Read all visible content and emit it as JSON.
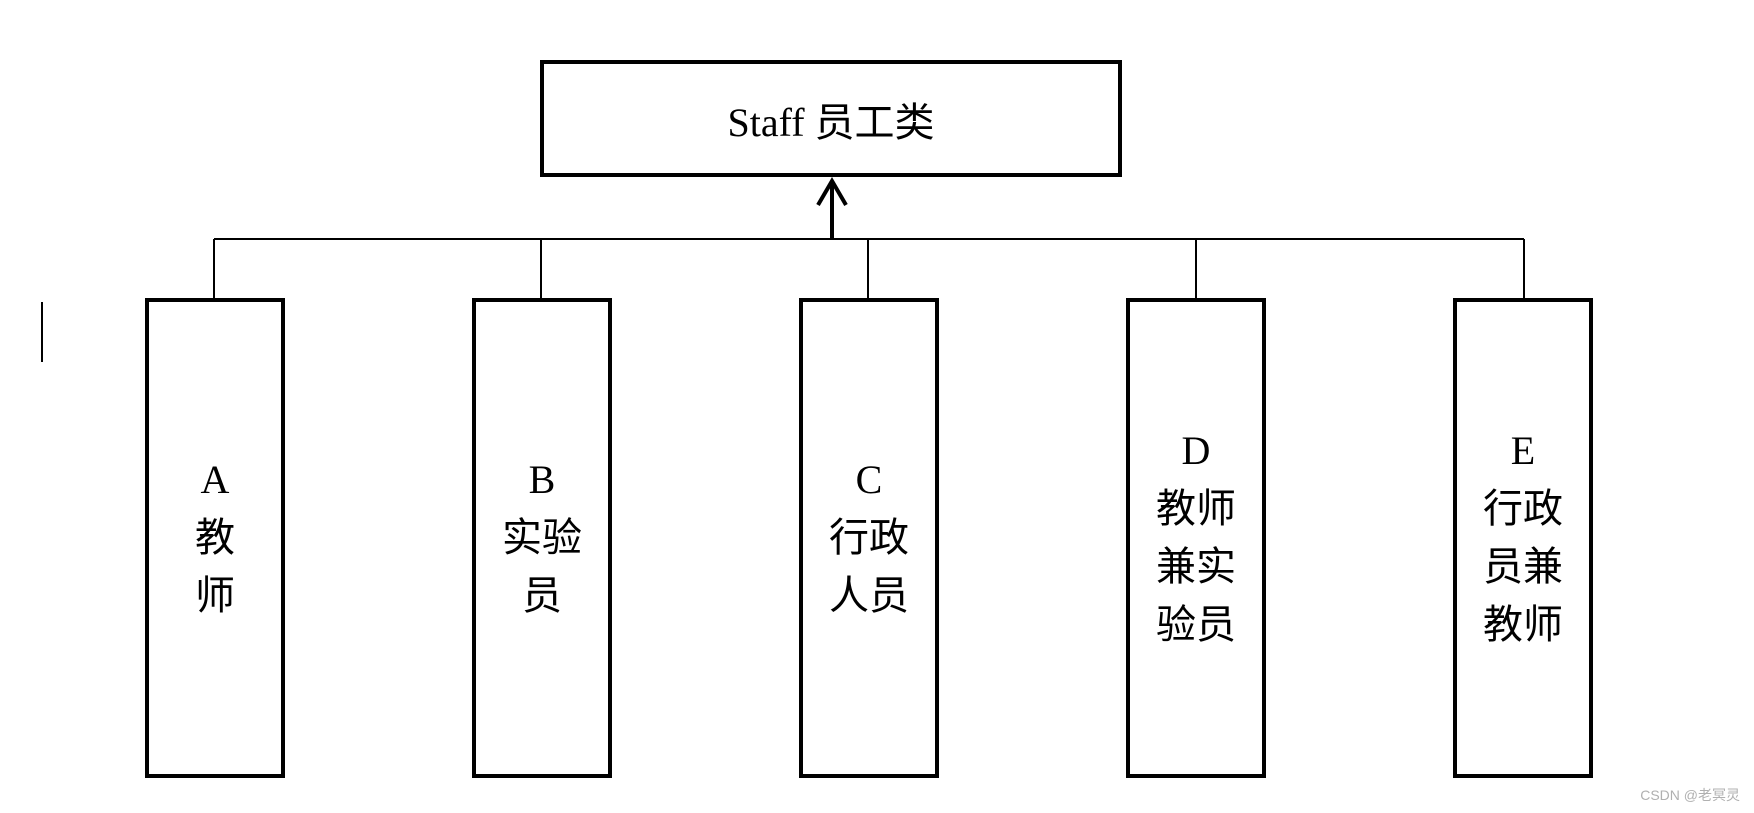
{
  "root": {
    "label": "Staff 员工类"
  },
  "children": [
    {
      "id": "A",
      "lines": [
        "A",
        "教",
        "师"
      ]
    },
    {
      "id": "B",
      "lines": [
        "B",
        "实验",
        "员"
      ]
    },
    {
      "id": "C",
      "lines": [
        "C",
        "行政",
        "人员"
      ]
    },
    {
      "id": "D",
      "lines": [
        "D",
        "教师",
        "兼实",
        "验员"
      ]
    },
    {
      "id": "E",
      "lines": [
        "E",
        "行政",
        "员兼",
        "教师"
      ]
    }
  ],
  "watermark": "CSDN @老冥灵",
  "colors": {
    "stroke": "#000000",
    "background": "#ffffff",
    "watermark": "#b0b0b0"
  }
}
